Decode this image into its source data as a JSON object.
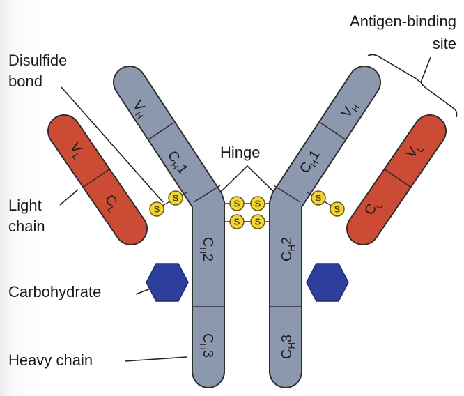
{
  "labels": {
    "disulfide_line1": "Disulfide",
    "disulfide_line2": "bond",
    "light_line1": "Light",
    "light_line2": "chain",
    "carbohydrate": "Carbohydrate",
    "heavy_chain": "Heavy chain",
    "hinge": "Hinge",
    "antigen_line1": "Antigen-binding",
    "antigen_line2": "site"
  },
  "segments": {
    "v": "V",
    "c": "C",
    "h": "H",
    "l": "L",
    "one": "1",
    "two": "2",
    "three": "3"
  },
  "sulfur": "S",
  "colors": {
    "heavy_chain": "#8b98ad",
    "light_chain": "#cc4b34",
    "disulfide": "#f0d43a",
    "carbohydrate": "#2d3f9c",
    "outline": "#2e2e2e"
  }
}
